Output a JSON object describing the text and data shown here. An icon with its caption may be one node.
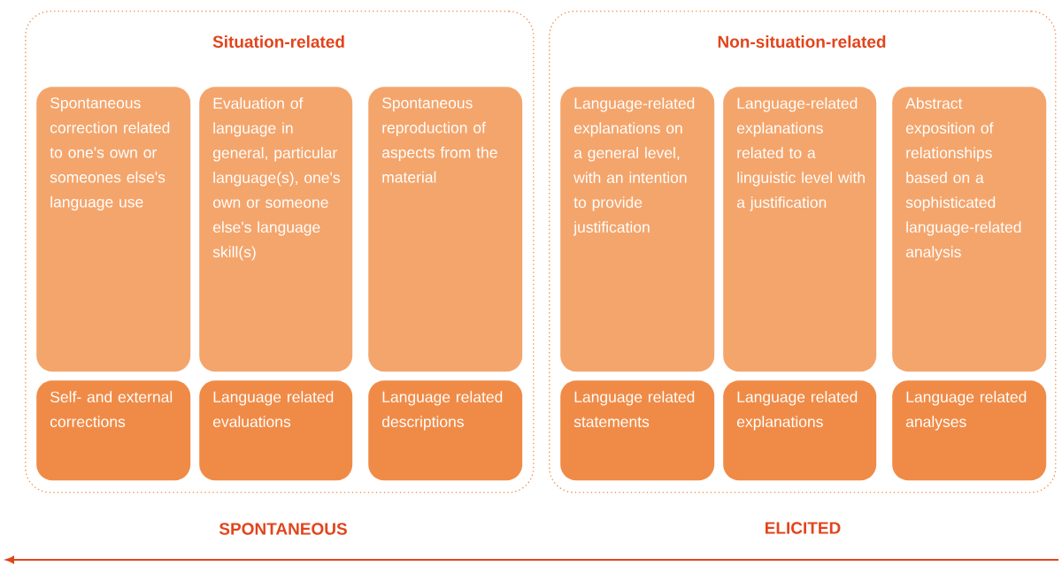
{
  "diagram": {
    "nodes": [
      {
        "text": [
          "Situation-related"
        ]
      },
      {
        "text": [
          "Spontaneous correction related to one's own or someones else's language use"
        ],
        "in": 0
      },
      {
        "text": [
          "Self- and external corrections"
        ],
        "in": 0
      },
      {
        "text": [
          "Evaluation of language in general, particular language(s), one's own or someone else's language skill(s)"
        ],
        "in": 0
      },
      {
        "text": [
          "Language related evaluations"
        ],
        "in": 0
      },
      {
        "text": [
          "Spontaneous reproduction of aspects from the material"
        ],
        "in": 0
      },
      {
        "text": [
          "Language related descriptions"
        ],
        "in": 0
      },
      {
        "text": [
          "Non-situation-related"
        ]
      },
      {
        "text": [
          "Language-related explanations on a general level, with an intention to provide justification"
        ],
        "in": 7
      },
      {
        "text": [
          "Language related statements"
        ],
        "in": 7
      },
      {
        "text": [
          "Language-related explanations related to a linguistic level with a justification"
        ],
        "in": 7
      },
      {
        "text": [
          "Language related explanations"
        ],
        "in": 7
      },
      {
        "text": [
          "Abstract exposition of relationships based on a sophisticated language-related analysis"
        ],
        "in": 7
      },
      {
        "text": [
          "Language related analyses"
        ],
        "in": 7
      }
    ],
    "labels": [
      "SPONTANEOUS",
      "ELICITED"
    ]
  }
}
